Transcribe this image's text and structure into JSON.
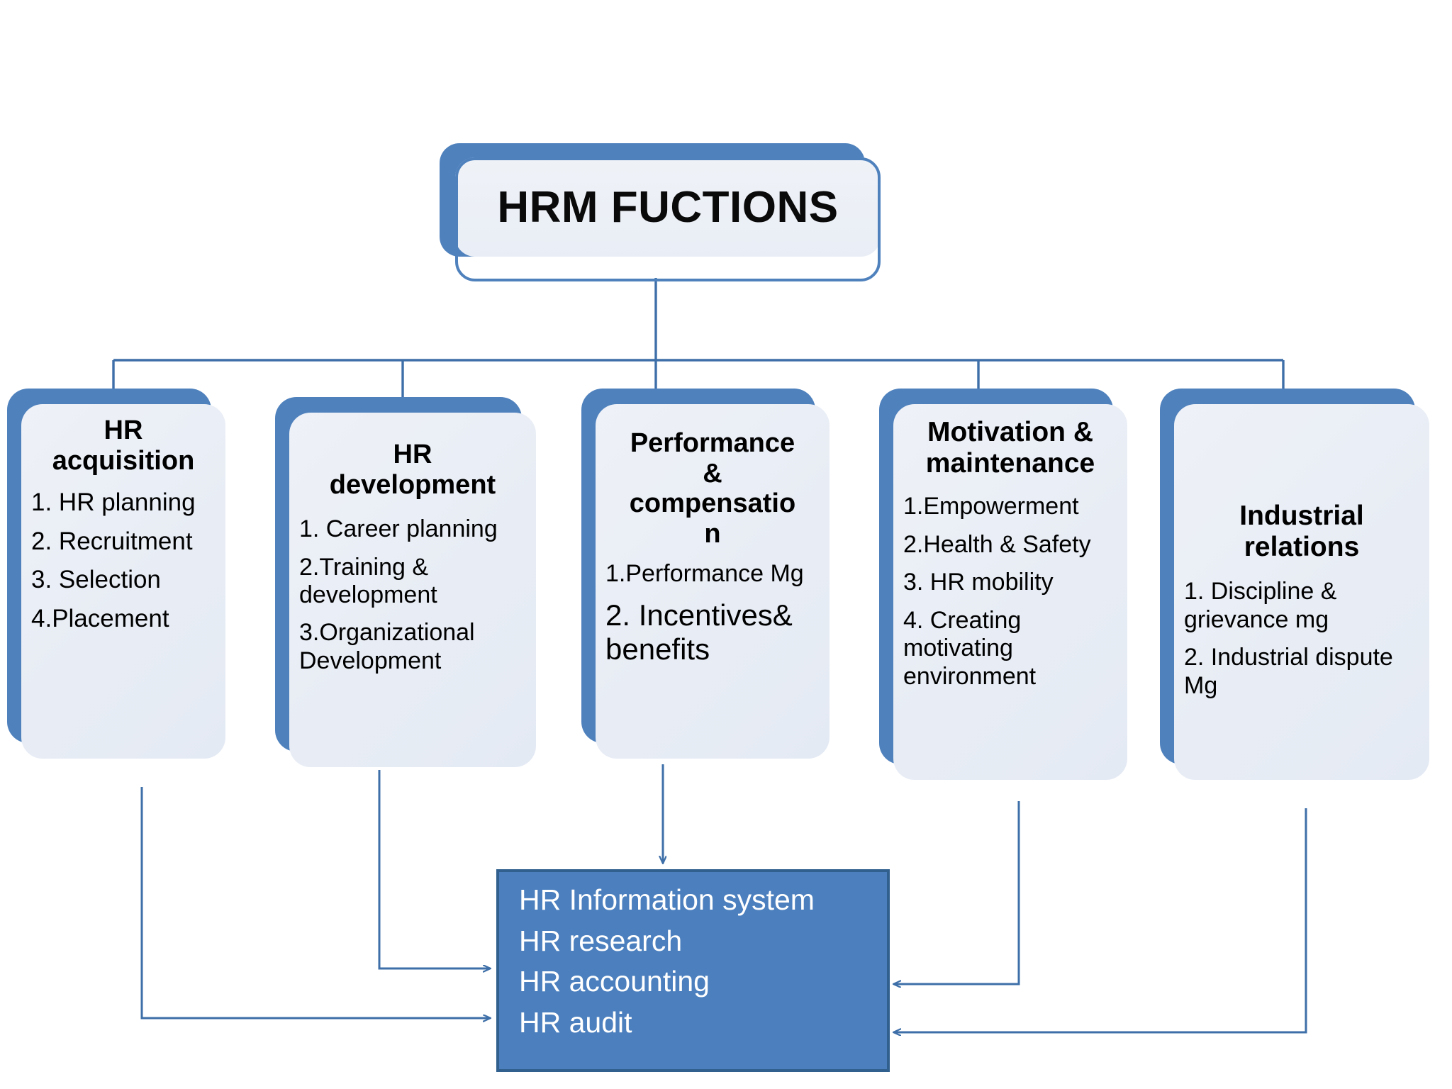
{
  "diagram": {
    "title": "HRM FUCTIONS",
    "accent_blue": "#4F81BD",
    "card_fill": "#EDF0F6",
    "bottom_box_fill": "#4B7FBE",
    "bottom_box_border": "#31608F",
    "connector_color": "#3E6FA8"
  },
  "columns": [
    {
      "heading": "HR\nacquisition",
      "heading_lines": [
        "HR",
        "acquisition"
      ],
      "items": [
        "1. HR planning",
        "2. Recruitment",
        "3. Selection",
        "4.Placement"
      ]
    },
    {
      "heading": "HR\ndevelopment",
      "heading_lines": [
        "HR",
        "development"
      ],
      "items": [
        "1. Career planning",
        "2.Training & development",
        "3.Organizational Development"
      ]
    },
    {
      "heading": "Performance & compensation",
      "heading_lines": [
        "Performance",
        "&",
        "compensatio",
        "n"
      ],
      "items": [
        "1.Performance Mg",
        "2. Incentives& benefits"
      ]
    },
    {
      "heading": "Motivation & maintenance",
      "heading_lines": [
        "Motivation &",
        "maintenance"
      ],
      "items": [
        "1.Empowerment",
        "2.Health & Safety",
        "3. HR mobility",
        "4. Creating motivating environment"
      ]
    },
    {
      "heading": "Industrial relations",
      "heading_lines": [
        "Industrial",
        "relations"
      ],
      "items": [
        "1. Discipline & grievance mg",
        "2. Industrial dispute Mg"
      ]
    }
  ],
  "bottom_box": {
    "lines": [
      "HR Information system",
      "HR research",
      "HR accounting",
      "HR audit"
    ]
  }
}
